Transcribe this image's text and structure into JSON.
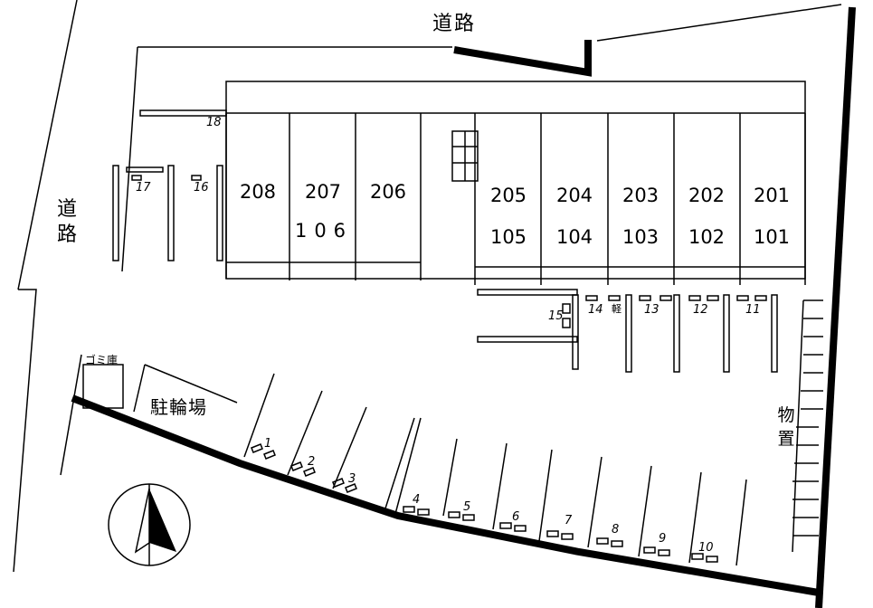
{
  "labels": {
    "road_top": "道路",
    "road_left": "道路",
    "bicycle_parking": "駐輪場",
    "garbage_shed": "ゴミ庫",
    "storage": "物置",
    "parking_light": "軽"
  },
  "upper_units": [
    "208",
    "207",
    "206",
    "205",
    "204",
    "203",
    "202",
    "201"
  ],
  "lower_units": [
    "106",
    "105",
    "104",
    "103",
    "102",
    "101"
  ],
  "parking_numbers": [
    "1",
    "2",
    "3",
    "4",
    "5",
    "6",
    "7",
    "8",
    "9",
    "10",
    "11",
    "12",
    "13",
    "14",
    "15",
    "16",
    "17",
    "18"
  ]
}
